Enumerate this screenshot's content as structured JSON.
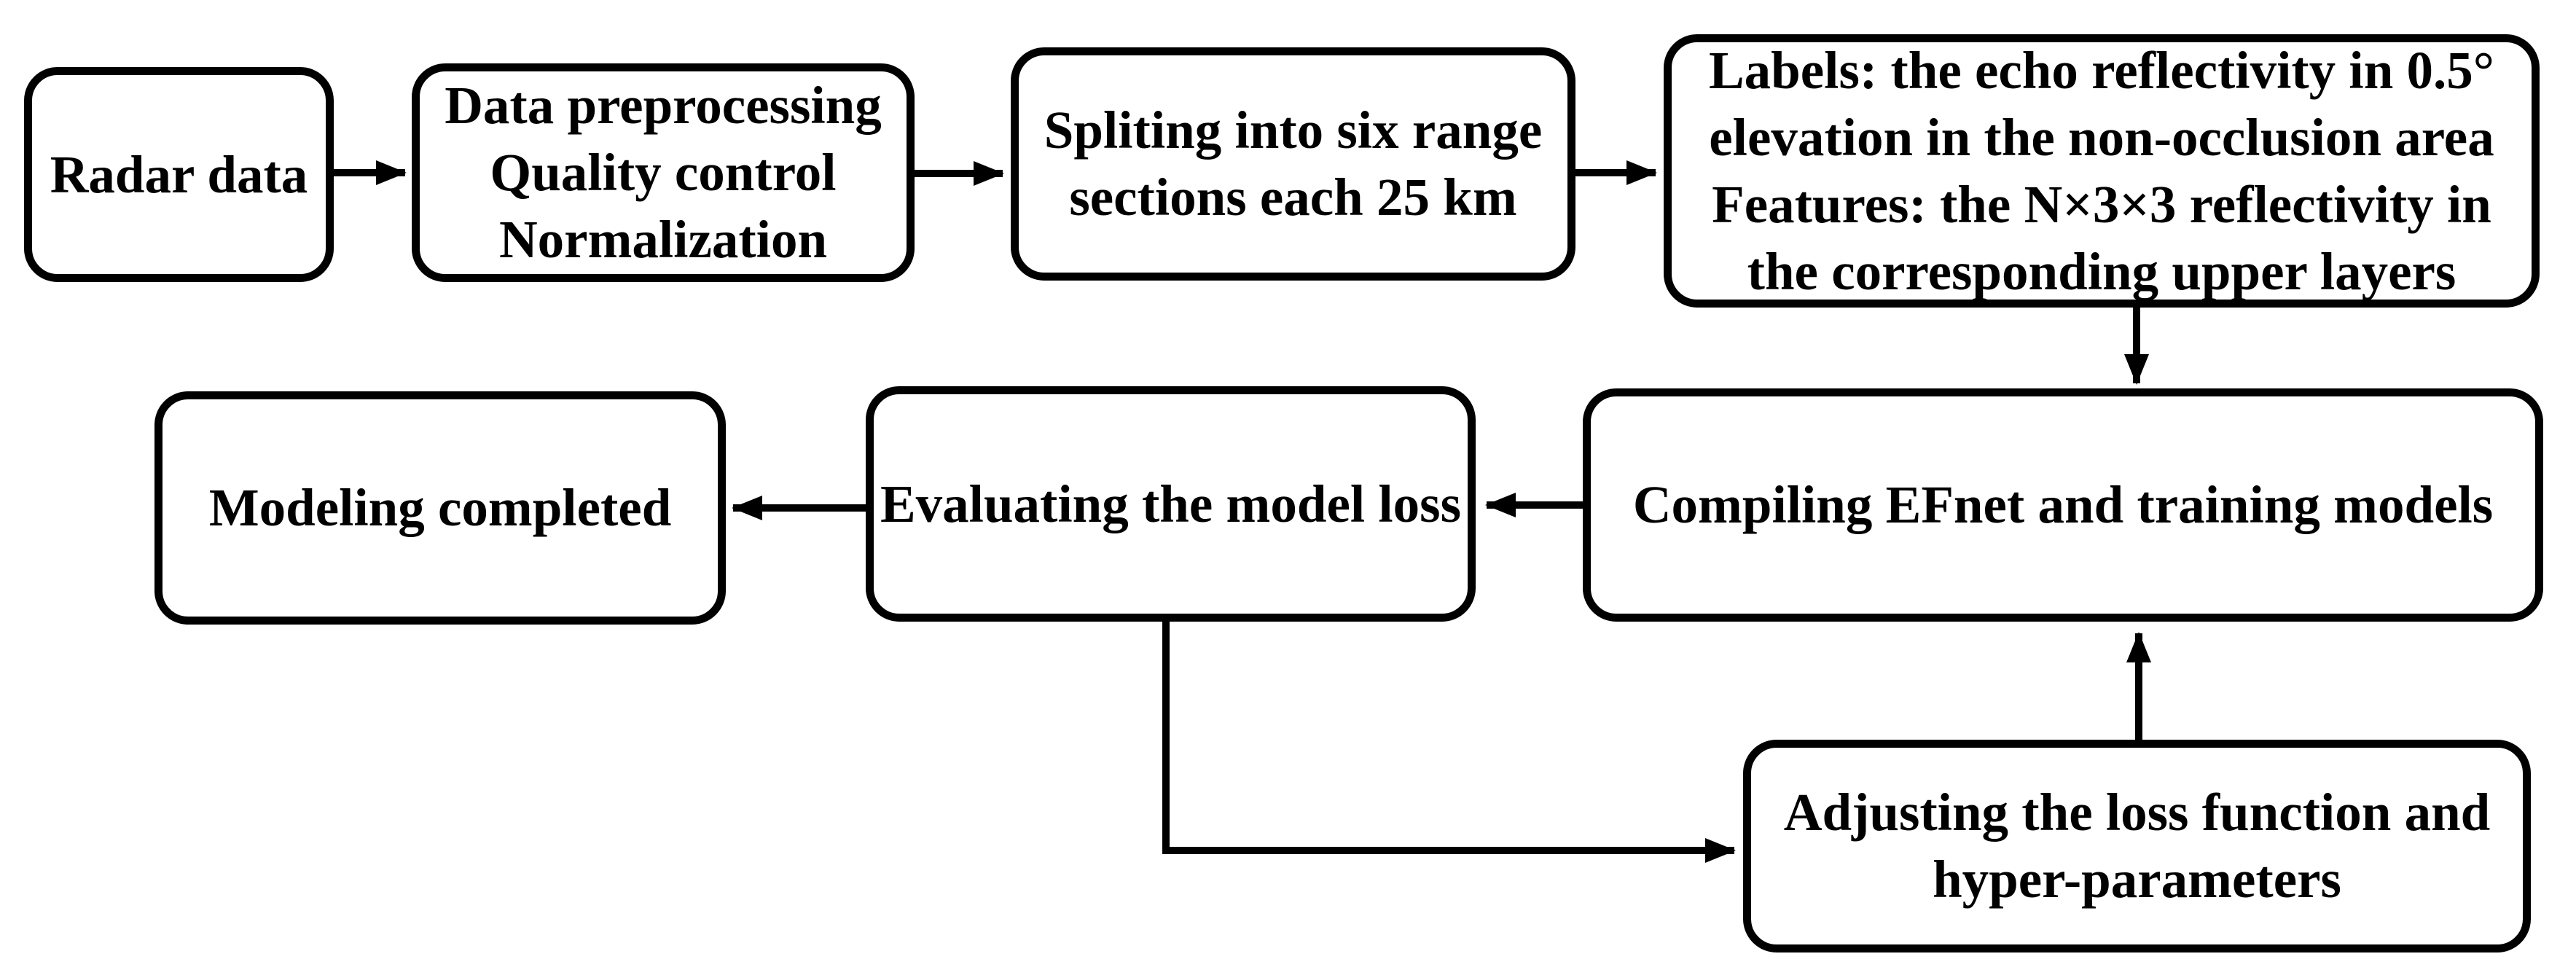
{
  "diagram": {
    "type": "flowchart",
    "colors": {
      "stroke": "#000000",
      "text": "#000000",
      "node_fill": "#ffffff",
      "background": "#ffffff"
    },
    "boxes": {
      "radar": {
        "lines": [
          "Radar data"
        ]
      },
      "preprocessing": {
        "lines": [
          "Data preprocessing",
          "Quality control",
          "Normalization"
        ]
      },
      "splitting": {
        "lines": [
          "Spliting into six range",
          "sections each 25 km"
        ]
      },
      "labels_features": {
        "lines": [
          "Labels: the echo reflectivity in 0.5°",
          "elevation in the non-occlusion area",
          "Features: the N×3×3 reflectivity in",
          "the corresponding upper layers"
        ]
      },
      "modeling": {
        "lines": [
          "Modeling completed"
        ]
      },
      "evaluating": {
        "lines": [
          "Evaluating the model loss"
        ]
      },
      "compiling": {
        "lines": [
          "Compiling EFnet and training models"
        ]
      },
      "adjusting": {
        "lines": [
          "Adjusting the loss function and",
          "hyper-parameters"
        ]
      }
    }
  }
}
